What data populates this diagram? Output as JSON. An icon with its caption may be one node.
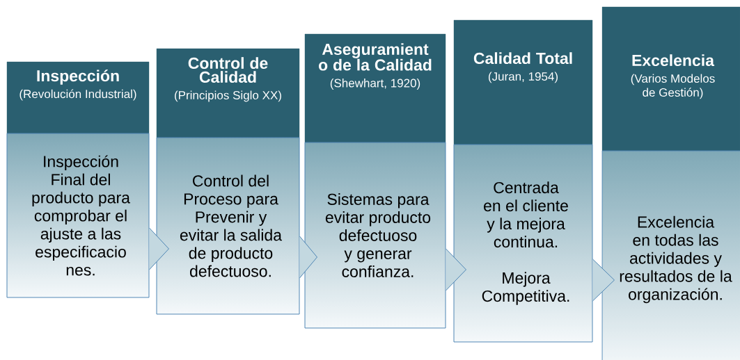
{
  "diagram": {
    "nodes": [
      {
        "text": [
          "Inspección",
          "(Revolución Industrial)"
        ]
      },
      {
        "text": [
          "Inspección Final del producto para comprobar el ajuste a las especificacio nes."
        ]
      },
      {
        "text": [
          "Control de Calidad",
          "(Principios Siglo XX)"
        ]
      },
      {
        "text": [
          "Control del Proceso para Prevenir y evitar la salida de producto defectuoso."
        ]
      },
      {
        "text": [
          "Aseguramient o de la Calidad",
          "(Shewhart, 1920)"
        ]
      },
      {
        "text": [
          "Sistemas para evitar producto defectuoso y generar confianza."
        ]
      },
      {
        "text": [
          "Calidad Total",
          "(Juran, 1954)"
        ]
      },
      {
        "text": [
          "Centrada en el cliente y la mejora continua.",
          "Mejora Competitiva."
        ]
      },
      {
        "text": [
          "Excelencia",
          "(Varios Modelos de Gestión)"
        ]
      },
      {
        "text": [
          "Excelencia en todas las actividades y resultados de la organización."
        ]
      }
    ],
    "edges": [
      {
        "from": 1,
        "to": 3,
        "arrow": "to"
      },
      {
        "from": 3,
        "to": 5,
        "arrow": "to"
      },
      {
        "from": 5,
        "to": 7,
        "arrow": "to"
      },
      {
        "from": 7,
        "to": 9,
        "arrow": "to"
      }
    ]
  }
}
